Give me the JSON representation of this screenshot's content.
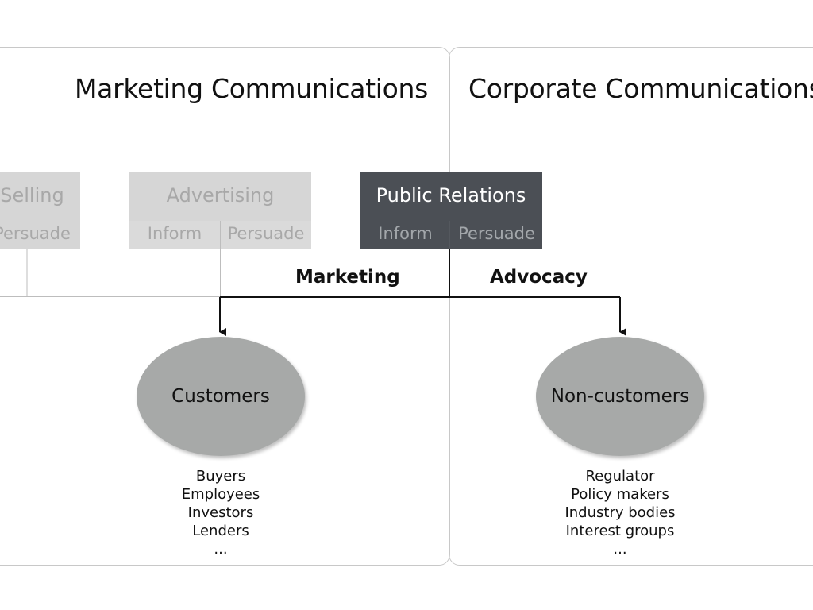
{
  "titles": {
    "marketing": "Marketing Communications",
    "corporate": "Corporate Communications"
  },
  "boxes": {
    "selling": {
      "label": "Selling",
      "persuade": "Persuade"
    },
    "advertising": {
      "label": "Advertising",
      "inform": "Inform",
      "persuade": "Persuade"
    },
    "public_relations": {
      "label": "Public Relations",
      "inform": "Inform",
      "persuade": "Persuade"
    }
  },
  "flows": {
    "marketing": "Marketing",
    "advocacy": "Advocacy"
  },
  "audiences": {
    "customers": {
      "label": "Customers",
      "items": [
        "Buyers",
        "Employees",
        "Investors",
        "Lenders",
        "..."
      ]
    },
    "noncustomers": {
      "label": "Non-customers",
      "items": [
        "Regulator",
        "Policy makers",
        "Industry bodies",
        "Interest groups",
        "..."
      ]
    }
  },
  "colors": {
    "pr_box": "#4b4f55",
    "inactive_box": "#d6d6d6",
    "ellipse": "#a7a9a8"
  }
}
